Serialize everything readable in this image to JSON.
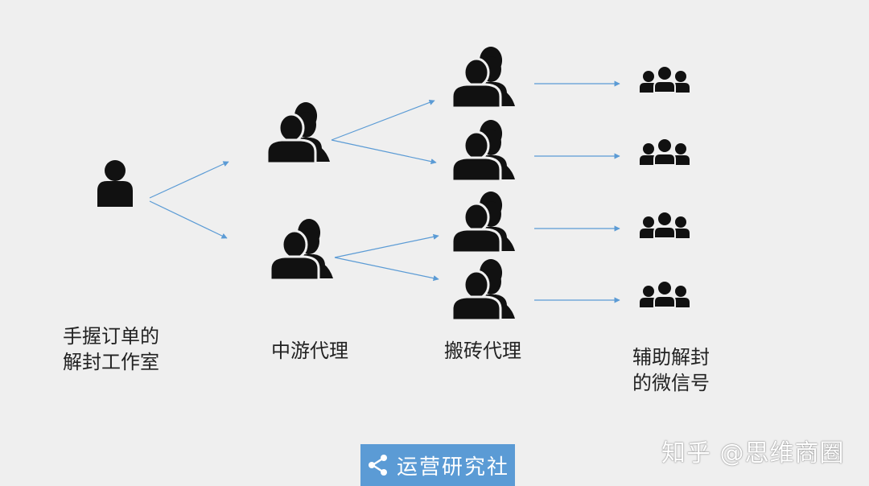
{
  "labels": {
    "studio": [
      "手握订单的",
      "解封工作室"
    ],
    "midstream": "中游代理",
    "porter": "搬砖代理",
    "accounts": [
      "辅助解封",
      "的微信号"
    ]
  },
  "badge": {
    "text": "运营研究社",
    "icon": "share-icon"
  },
  "watermark": "知乎 @思维商圈",
  "colors": {
    "background": "#efefef",
    "arrow": "#5b9bd5",
    "icon": "#111111",
    "badge": "#5b9bd5"
  }
}
